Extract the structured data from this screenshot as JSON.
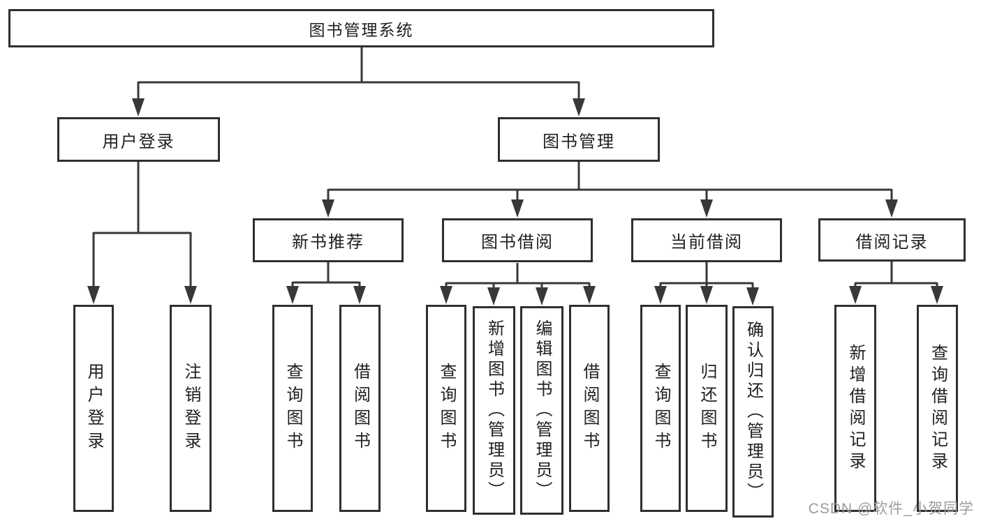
{
  "tree": {
    "root": {
      "label": "图书管理系统"
    },
    "branches": [
      {
        "label": "用户登录",
        "leaves": [
          "用户登录",
          "注销登录"
        ]
      },
      {
        "label": "图书管理",
        "groups": [
          {
            "label": "新书推荐",
            "leaves": [
              "查询图书",
              "借阅图书"
            ]
          },
          {
            "label": "图书借阅",
            "leaves": [
              "查询图书",
              "新增图书（管理员）",
              "编辑图书（管理员）",
              "借阅图书"
            ]
          },
          {
            "label": "当前借阅",
            "leaves": [
              "查询图书",
              "归还图书",
              "确认归还（管理员）"
            ]
          },
          {
            "label": "借阅记录",
            "leaves": [
              "新增借阅记录",
              "查询借阅记录"
            ]
          }
        ]
      }
    ]
  },
  "watermark": {
    "text": "CSDN @软件_小贺同学"
  },
  "colors": {
    "line": "#383838",
    "box_border": "#2f2f2f",
    "text": "#1f1f1f",
    "watermark": "#9c9c9c",
    "background": "#ffffff"
  }
}
